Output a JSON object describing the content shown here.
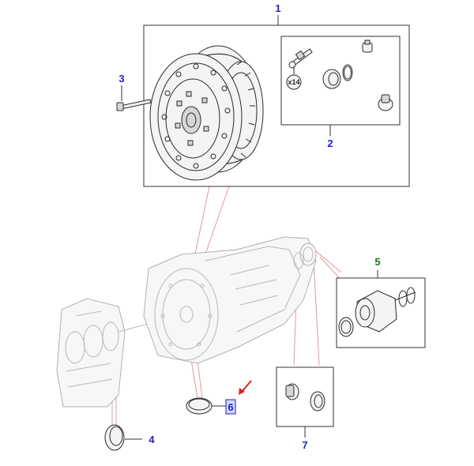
{
  "callouts": {
    "c1": "1",
    "c2": "2",
    "c3": "3",
    "c4": "4",
    "c5": "5",
    "c6": "6",
    "c7": "7"
  },
  "tags": {
    "bolt_qty": "x14"
  },
  "colors": {
    "callout_blue": "#1f1fbf",
    "callout_green": "#1a7a1a",
    "pointer_arrow": "#e02020",
    "leader_red": "#e29a9a"
  }
}
